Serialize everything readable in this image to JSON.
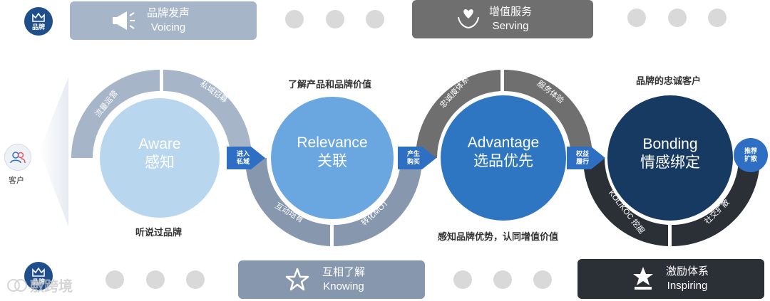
{
  "top_badge": {
    "label": "品牌"
  },
  "bottom_badge": {
    "label": "品牌"
  },
  "pills": {
    "voicing": {
      "cn": "品牌发声",
      "en": "Voicing"
    },
    "serving": {
      "cn": "增值服务",
      "en": "Serving"
    },
    "knowing": {
      "cn": "互相了解",
      "en": "Knowing"
    },
    "inspiring": {
      "cn": "激励体系",
      "en": "Inspiring"
    }
  },
  "customer": {
    "label": "客户"
  },
  "stages": [
    {
      "en": "Aware",
      "cn": "感知"
    },
    {
      "en": "Relevance",
      "cn": "关联"
    },
    {
      "en": "Advantage",
      "cn": "选品优先"
    },
    {
      "en": "Bonding",
      "cn": "情感绑定"
    }
  ],
  "arc_labels": {
    "traffic": "流量运营",
    "private": "私域招募",
    "interact": "互动培育",
    "mot": "转化MOT",
    "loyalty_system": "忠诚度体系",
    "service": "服务体验",
    "kol": "KOL/KOC 挖掘",
    "social": "社交扩散"
  },
  "arrows": {
    "enter_private": [
      "进入",
      "私域"
    ],
    "purchase": [
      "产生",
      "购买"
    ],
    "rights": [
      "权益",
      "履行"
    ]
  },
  "recommend": [
    "推荐",
    "扩散"
  ],
  "captions": {
    "heard_brand": "听说过品牌",
    "understand_value": "了解产品和品牌价值",
    "perceive_advantage": "感知品牌优势，认同增值价值",
    "loyal_customer": "品牌的忠诚客户"
  },
  "watermark": "敷跨境",
  "colors": {
    "light_blue": "#b9d6ef",
    "mid_blue": "#5d9ad6",
    "blue": "#2e73bf",
    "navy": "#173a63",
    "arc_grey_blue": "#9fb1c6",
    "arc_slate": "#8f9fb4",
    "arc_dark_grey": "#707070",
    "arc_black": "#2b2f36",
    "arrow_blue": "#2e6fc4"
  }
}
